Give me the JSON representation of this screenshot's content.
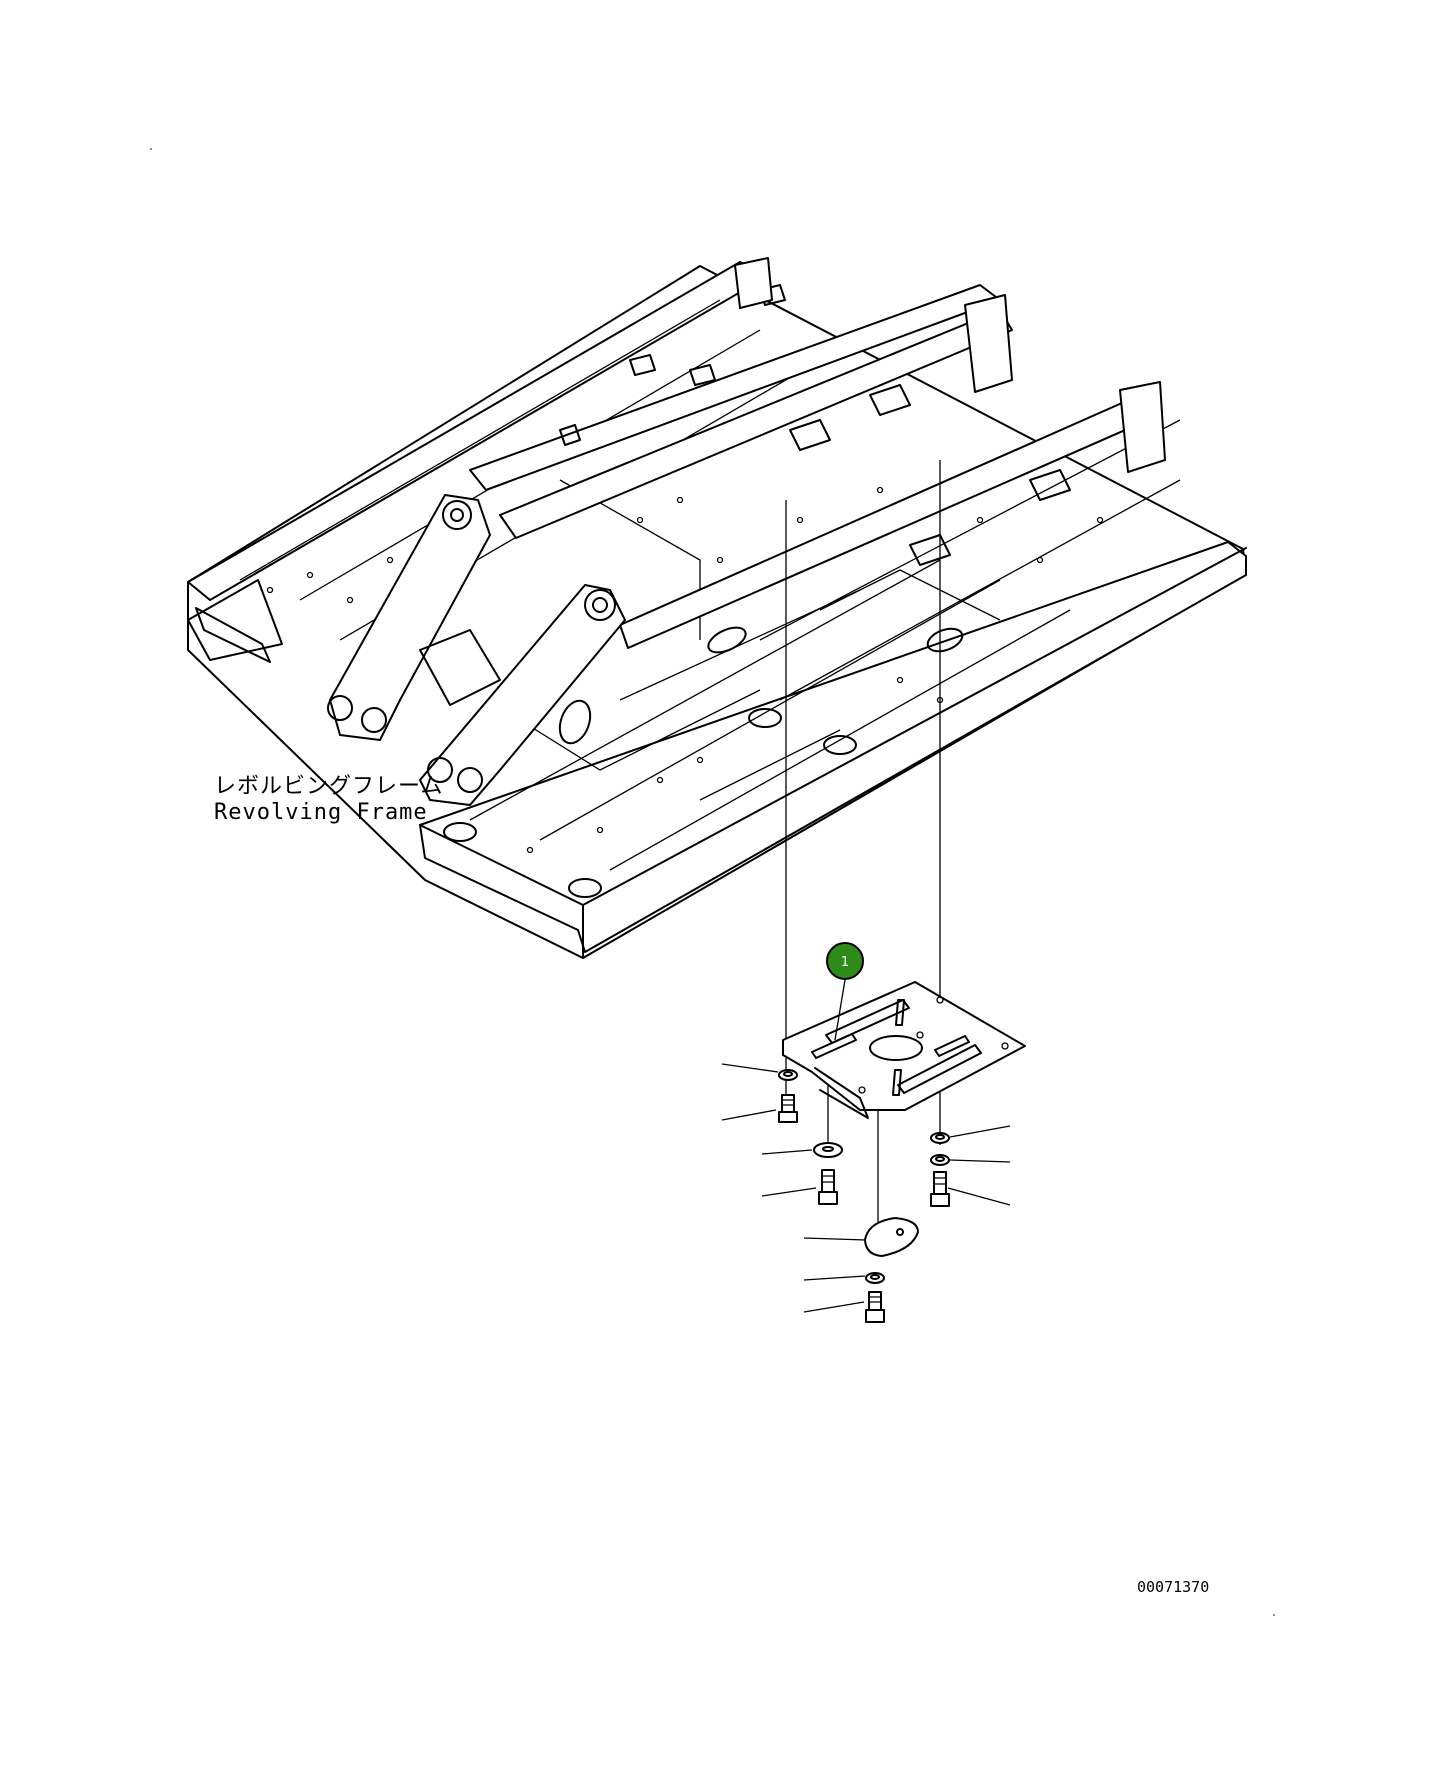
{
  "title": "",
  "frame_label": {
    "jp": "レボルビングフレーム",
    "en": "Revolving Frame"
  },
  "callouts": [
    {
      "number": "1",
      "color": "#2e8b1a"
    }
  ],
  "drawing_id": "00071370",
  "colors": {
    "line": "#000000",
    "background": "#ffffff",
    "callout_fill": "#2e8b1a"
  }
}
